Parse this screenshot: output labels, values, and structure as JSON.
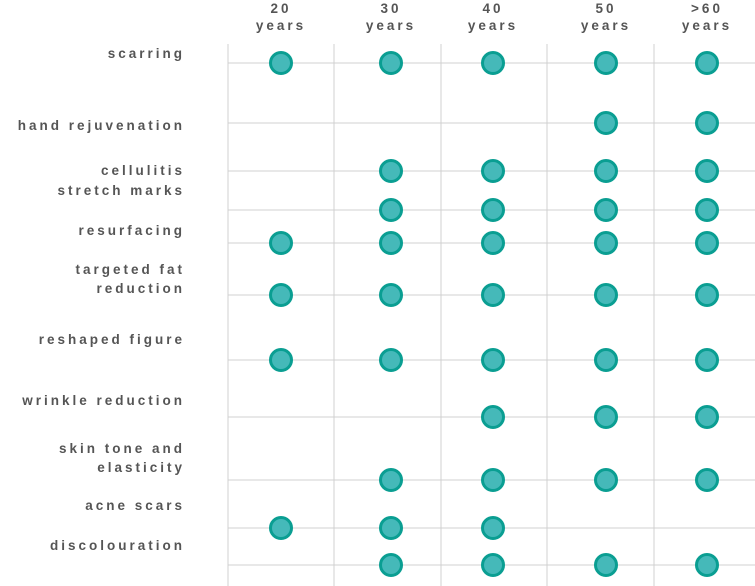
{
  "chart_data": {
    "type": "scatter",
    "title": "",
    "columns": [
      "20\nyears",
      "30\nyears",
      "40\nyears",
      "50\nyears",
      ">60\nyears"
    ],
    "rows": [
      {
        "label": "scarring",
        "present": [
          1,
          1,
          1,
          1,
          1
        ]
      },
      {
        "label": "hand rejuvenation",
        "present": [
          0,
          0,
          0,
          1,
          1
        ]
      },
      {
        "label": "cellulitis",
        "present": [
          0,
          1,
          1,
          1,
          1
        ]
      },
      {
        "label": "stretch marks",
        "present": [
          0,
          1,
          1,
          1,
          1
        ]
      },
      {
        "label": "resurfacing",
        "present": [
          1,
          1,
          1,
          1,
          1
        ]
      },
      {
        "label": "targeted fat\nreduction",
        "present": [
          1,
          1,
          1,
          1,
          1
        ]
      },
      {
        "label": "reshaped figure",
        "present": [
          1,
          1,
          1,
          1,
          1
        ]
      },
      {
        "label": "wrinkle reduction",
        "present": [
          0,
          0,
          1,
          1,
          1
        ]
      },
      {
        "label": "skin tone and\nelasticity",
        "present": [
          0,
          1,
          1,
          1,
          1
        ]
      },
      {
        "label": "acne scars",
        "present": [
          1,
          1,
          1,
          0,
          0
        ]
      },
      {
        "label": "discolouration",
        "present": [
          0,
          1,
          1,
          1,
          1
        ]
      }
    ],
    "grid": true,
    "colors": {
      "dot_fill": "#45b9b9",
      "dot_stroke": "#0a9e92",
      "grid": "#d0d0d0",
      "text": "#555555"
    }
  }
}
